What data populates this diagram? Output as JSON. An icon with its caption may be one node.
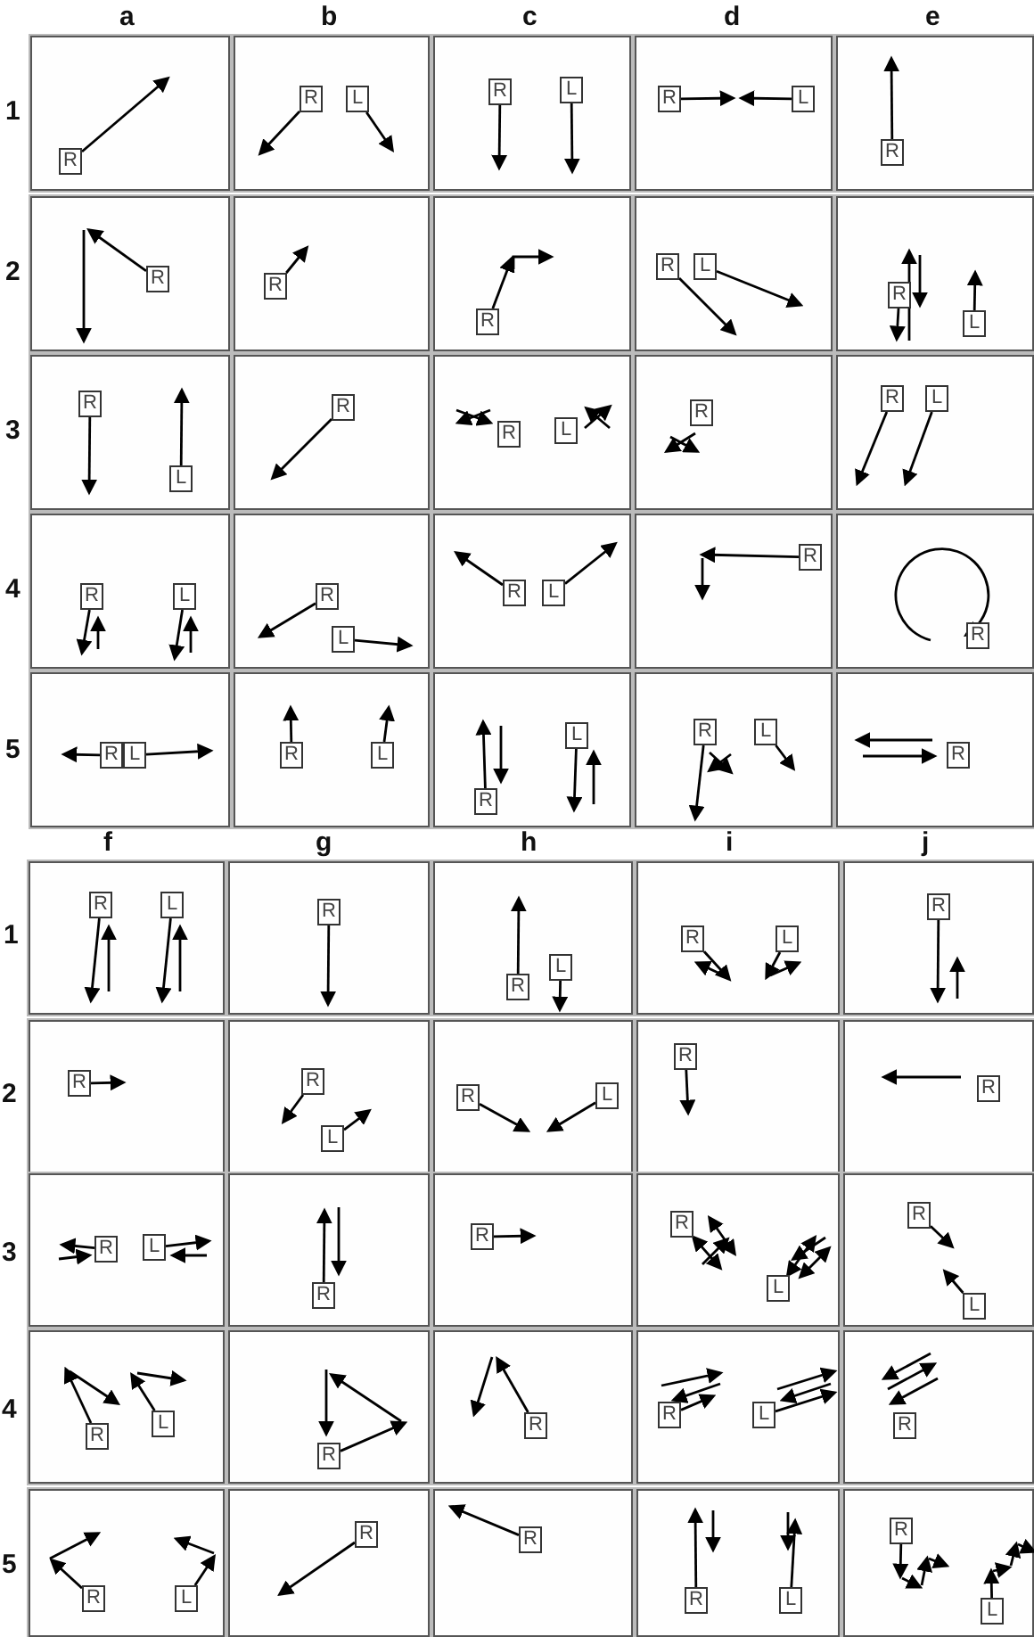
{
  "diagram": {
    "nodes": [
      {
        "text": [
          "R"
        ]
      },
      {
        "text": [
          "R"
        ]
      },
      {
        "text": [
          "L"
        ]
      },
      {
        "text": [
          "R"
        ]
      },
      {
        "text": [
          "L"
        ]
      },
      {
        "text": [
          "R"
        ]
      },
      {
        "text": [
          "L"
        ]
      },
      {
        "text": [
          "R"
        ]
      },
      {
        "text": [
          "R"
        ]
      },
      {
        "text": [
          "R"
        ]
      },
      {
        "text": [
          "R"
        ]
      },
      {
        "text": [
          "R"
        ]
      },
      {
        "text": [
          "L"
        ]
      },
      {
        "text": [
          "R"
        ]
      },
      {
        "text": [
          "L"
        ]
      },
      {
        "text": [
          "R"
        ]
      },
      {
        "text": [
          "L"
        ]
      },
      {
        "text": [
          "R"
        ]
      },
      {
        "text": [
          "R"
        ]
      },
      {
        "text": [
          "L"
        ]
      },
      {
        "text": [
          "R"
        ]
      },
      {
        "text": [
          "R"
        ]
      },
      {
        "text": [
          "L"
        ]
      },
      {
        "text": [
          "R"
        ]
      },
      {
        "text": [
          "L"
        ]
      },
      {
        "text": [
          "R"
        ]
      },
      {
        "text": [
          "L"
        ]
      },
      {
        "text": [
          "R"
        ]
      },
      {
        "text": [
          "L"
        ]
      },
      {
        "text": [
          "R"
        ]
      },
      {
        "text": [
          "R"
        ]
      },
      {
        "text": [
          "R"
        ]
      },
      {
        "text": [
          "L"
        ]
      },
      {
        "text": [
          "R"
        ]
      },
      {
        "text": [
          "L"
        ]
      },
      {
        "text": [
          "R"
        ]
      },
      {
        "text": [
          "L"
        ]
      },
      {
        "text": [
          "R"
        ]
      },
      {
        "text": [
          "L"
        ]
      },
      {
        "text": [
          "R"
        ]
      },
      {
        "text": [
          "R"
        ]
      },
      {
        "text": [
          "L"
        ]
      },
      {
        "text": [
          "R"
        ]
      },
      {
        "text": [
          "R"
        ]
      },
      {
        "text": [
          "L"
        ]
      },
      {
        "text": [
          "R"
        ]
      },
      {
        "text": [
          "L"
        ]
      },
      {
        "text": [
          "R"
        ]
      },
      {
        "text": [
          "R"
        ]
      },
      {
        "text": [
          "R"
        ]
      },
      {
        "text": [
          "L"
        ]
      },
      {
        "text": [
          "R"
        ]
      },
      {
        "text": [
          "L"
        ]
      },
      {
        "text": [
          "R"
        ]
      },
      {
        "text": [
          "R"
        ]
      },
      {
        "text": [
          "R"
        ]
      },
      {
        "text": [
          "L"
        ]
      },
      {
        "text": [
          "R"
        ]
      },
      {
        "text": [
          "R"
        ]
      },
      {
        "text": [
          "R"
        ]
      },
      {
        "text": [
          "L"
        ]
      },
      {
        "text": [
          "R"
        ]
      },
      {
        "text": [
          "L"
        ]
      },
      {
        "text": [
          "R"
        ]
      },
      {
        "text": [
          "L"
        ]
      },
      {
        "text": [
          "R"
        ]
      },
      {
        "text": [
          "R"
        ]
      },
      {
        "text": [
          "R"
        ]
      },
      {
        "text": [
          "L"
        ]
      },
      {
        "text": [
          "R"
        ]
      },
      {
        "text": [
          "R"
        ]
      },
      {
        "text": [
          "L"
        ]
      },
      {
        "text": [
          "R"
        ]
      },
      {
        "text": [
          "R"
        ]
      },
      {
        "text": [
          "R"
        ]
      },
      {
        "text": [
          "L"
        ]
      },
      {
        "text": [
          "R"
        ]
      },
      {
        "text": [
          "L"
        ]
      }
    ],
    "edges": [
      {
        "from": 0,
        "to": null,
        "arrow": "to"
      },
      {
        "from": 1,
        "to": null,
        "arrow": "to"
      },
      {
        "from": 2,
        "to": null,
        "arrow": "to"
      },
      {
        "from": 3,
        "to": null,
        "arrow": "to"
      },
      {
        "from": 4,
        "to": null,
        "arrow": "to"
      },
      {
        "from": 5,
        "to": null,
        "arrow": "to"
      },
      {
        "from": 6,
        "to": null,
        "arrow": "to"
      },
      {
        "from": 7,
        "to": null,
        "arrow": "to"
      },
      {
        "from": 8,
        "to": null,
        "arrow": "to"
      },
      {
        "from": 9,
        "to": null,
        "arrow": "to"
      },
      {
        "from": 10,
        "to": null,
        "arrow": "to"
      },
      {
        "from": 11,
        "to": null,
        "arrow": "to"
      },
      {
        "from": 12,
        "to": null,
        "arrow": "to"
      },
      {
        "from": 13,
        "to": null,
        "arrow": "to"
      },
      {
        "from": 14,
        "to": null,
        "arrow": "to"
      },
      {
        "from": 15,
        "to": null,
        "arrow": "to"
      },
      {
        "from": 16,
        "to": null,
        "arrow": "to"
      },
      {
        "from": 17,
        "to": null,
        "arrow": "to"
      },
      {
        "from": 21,
        "to": null,
        "arrow": "to"
      },
      {
        "from": 22,
        "to": null,
        "arrow": "to"
      },
      {
        "from": 23,
        "to": null,
        "arrow": "to"
      },
      {
        "from": 24,
        "to": null,
        "arrow": "to"
      },
      {
        "from": 25,
        "to": null,
        "arrow": "to"
      },
      {
        "from": 26,
        "to": null,
        "arrow": "to"
      },
      {
        "from": 27,
        "to": null,
        "arrow": "to"
      },
      {
        "from": 28,
        "to": null,
        "arrow": "to"
      },
      {
        "from": 29,
        "to": null,
        "arrow": "to"
      },
      {
        "from": null,
        "to": 30,
        "arrow": "to"
      },
      {
        "from": 31,
        "to": null,
        "arrow": "to"
      },
      {
        "from": 32,
        "to": null,
        "arrow": "to"
      },
      {
        "from": 33,
        "to": null,
        "arrow": "to"
      },
      {
        "from": 34,
        "to": null,
        "arrow": "to"
      },
      {
        "from": 35,
        "to": null,
        "arrow": "to"
      },
      {
        "from": 36,
        "to": null,
        "arrow": "to"
      },
      {
        "from": 37,
        "to": null,
        "arrow": "to"
      },
      {
        "from": 38,
        "to": null,
        "arrow": "to"
      },
      {
        "from": 40,
        "to": null,
        "arrow": "to"
      },
      {
        "from": 41,
        "to": null,
        "arrow": "to"
      },
      {
        "from": 42,
        "to": null,
        "arrow": "to"
      },
      {
        "from": 43,
        "to": null,
        "arrow": "to"
      },
      {
        "from": 44,
        "to": null,
        "arrow": "to"
      },
      {
        "from": 45,
        "to": null,
        "arrow": "to"
      },
      {
        "from": 46,
        "to": null,
        "arrow": "to"
      },
      {
        "from": 47,
        "to": null,
        "arrow": "to"
      },
      {
        "from": 48,
        "to": null,
        "arrow": "to"
      },
      {
        "from": 49,
        "to": null,
        "arrow": "to"
      },
      {
        "from": 50,
        "to": null,
        "arrow": "to"
      },
      {
        "from": 51,
        "to": null,
        "arrow": "to"
      },
      {
        "from": 52,
        "to": null,
        "arrow": "to"
      },
      {
        "from": 53,
        "to": null,
        "arrow": "to"
      },
      {
        "from": 55,
        "to": null,
        "arrow": "to"
      },
      {
        "from": 56,
        "to": null,
        "arrow": "to"
      },
      {
        "from": 57,
        "to": null,
        "arrow": "to"
      },
      {
        "from": 58,
        "to": null,
        "arrow": "to"
      },
      {
        "from": 59,
        "to": null,
        "arrow": "both"
      },
      {
        "from": 60,
        "to": null,
        "arrow": "both"
      },
      {
        "from": 61,
        "to": null,
        "arrow": "to"
      },
      {
        "from": 62,
        "to": null,
        "arrow": "to"
      },
      {
        "from": 63,
        "to": null,
        "arrow": "to"
      },
      {
        "from": 64,
        "to": null,
        "arrow": "to"
      },
      {
        "from": 65,
        "to": null,
        "arrow": "to"
      },
      {
        "from": 66,
        "to": null,
        "arrow": "to"
      },
      {
        "from": 67,
        "to": null,
        "arrow": "to"
      },
      {
        "from": 68,
        "to": null,
        "arrow": "to"
      },
      {
        "from": 70,
        "to": null,
        "arrow": "to"
      },
      {
        "from": 71,
        "to": null,
        "arrow": "to"
      },
      {
        "from": 72,
        "to": null,
        "arrow": "to"
      },
      {
        "from": 73,
        "to": null,
        "arrow": "to"
      },
      {
        "from": 74,
        "to": null,
        "arrow": "to"
      },
      {
        "from": 75,
        "to": null,
        "arrow": "to"
      },
      {
        "from": 76,
        "to": null,
        "arrow": "to"
      },
      {
        "from": 77,
        "to": null,
        "arrow": "to"
      }
    ],
    "labels": [
      "a",
      "b",
      "c",
      "d",
      "e",
      "1",
      "2",
      "3",
      "4",
      "5",
      "f",
      "g",
      "h",
      "i",
      "j",
      "1",
      "2",
      "3",
      "4",
      "5"
    ]
  }
}
